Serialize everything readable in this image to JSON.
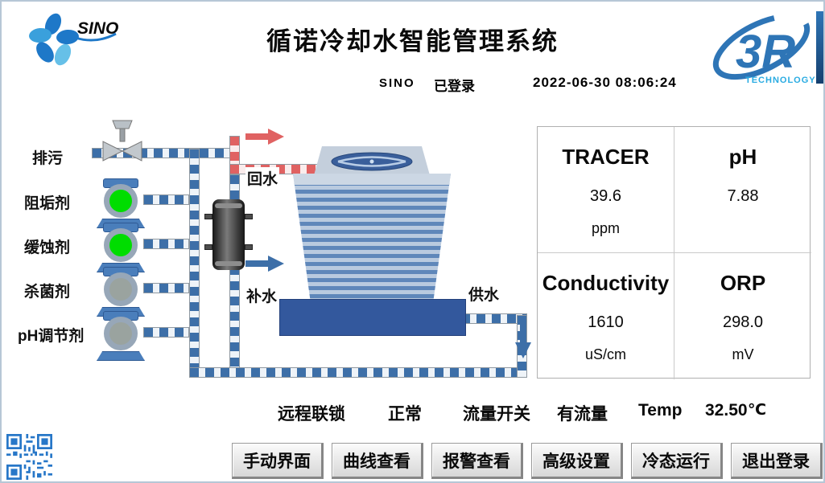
{
  "header": {
    "brand": "SINO",
    "title": "循诺冷却水智能管理系统",
    "brand_3r": "3R",
    "brand_3r_sub": "TECHNOLOGY",
    "user": "SINO",
    "login_status": "已登录",
    "datetime": "2022-06-30 08:06:24"
  },
  "diagram": {
    "labels": {
      "blowdown": "排污",
      "scale_inhibitor": "阻垢剂",
      "corrosion_inhibitor": "缓蚀剂",
      "biocide": "杀菌剂",
      "ph_adjuster": "pH调节剂",
      "return_water": "回水",
      "makeup_water": "补水",
      "supply_water": "供水"
    },
    "pumps": [
      {
        "chemical": "阻垢剂",
        "running": true
      },
      {
        "chemical": "缓蚀剂",
        "running": true
      },
      {
        "chemical": "杀菌剂",
        "running": false
      },
      {
        "chemical": "pH调节剂",
        "running": false
      }
    ]
  },
  "readings": [
    {
      "name": "TRACER",
      "value": "39.6",
      "unit": "ppm"
    },
    {
      "name": "pH",
      "value": "7.88",
      "unit": ""
    },
    {
      "name": "Conductivity",
      "value": "1610",
      "unit": "uS/cm"
    },
    {
      "name": "ORP",
      "value": "298.0",
      "unit": "mV"
    }
  ],
  "status": {
    "interlock_label": "远程联锁",
    "interlock_value": "正常",
    "flow_label": "流量开关",
    "flow_value": "有流量",
    "temp_label": "Temp",
    "temp_value": "32.50",
    "temp_unit": "℃"
  },
  "buttons": [
    {
      "label": "手动界面"
    },
    {
      "label": "曲线查看"
    },
    {
      "label": "报警查看"
    },
    {
      "label": "高级设置"
    },
    {
      "label": "冷态运行"
    },
    {
      "label": "退出登录"
    }
  ],
  "colors": {
    "accent_blue": "#2e75b6",
    "pipe_blue": "#3d6fa8",
    "pipe_red": "#e06262",
    "pump_on": "#00dd00",
    "pump_off": "#9aa39f",
    "basin_blue": "#33589d"
  }
}
